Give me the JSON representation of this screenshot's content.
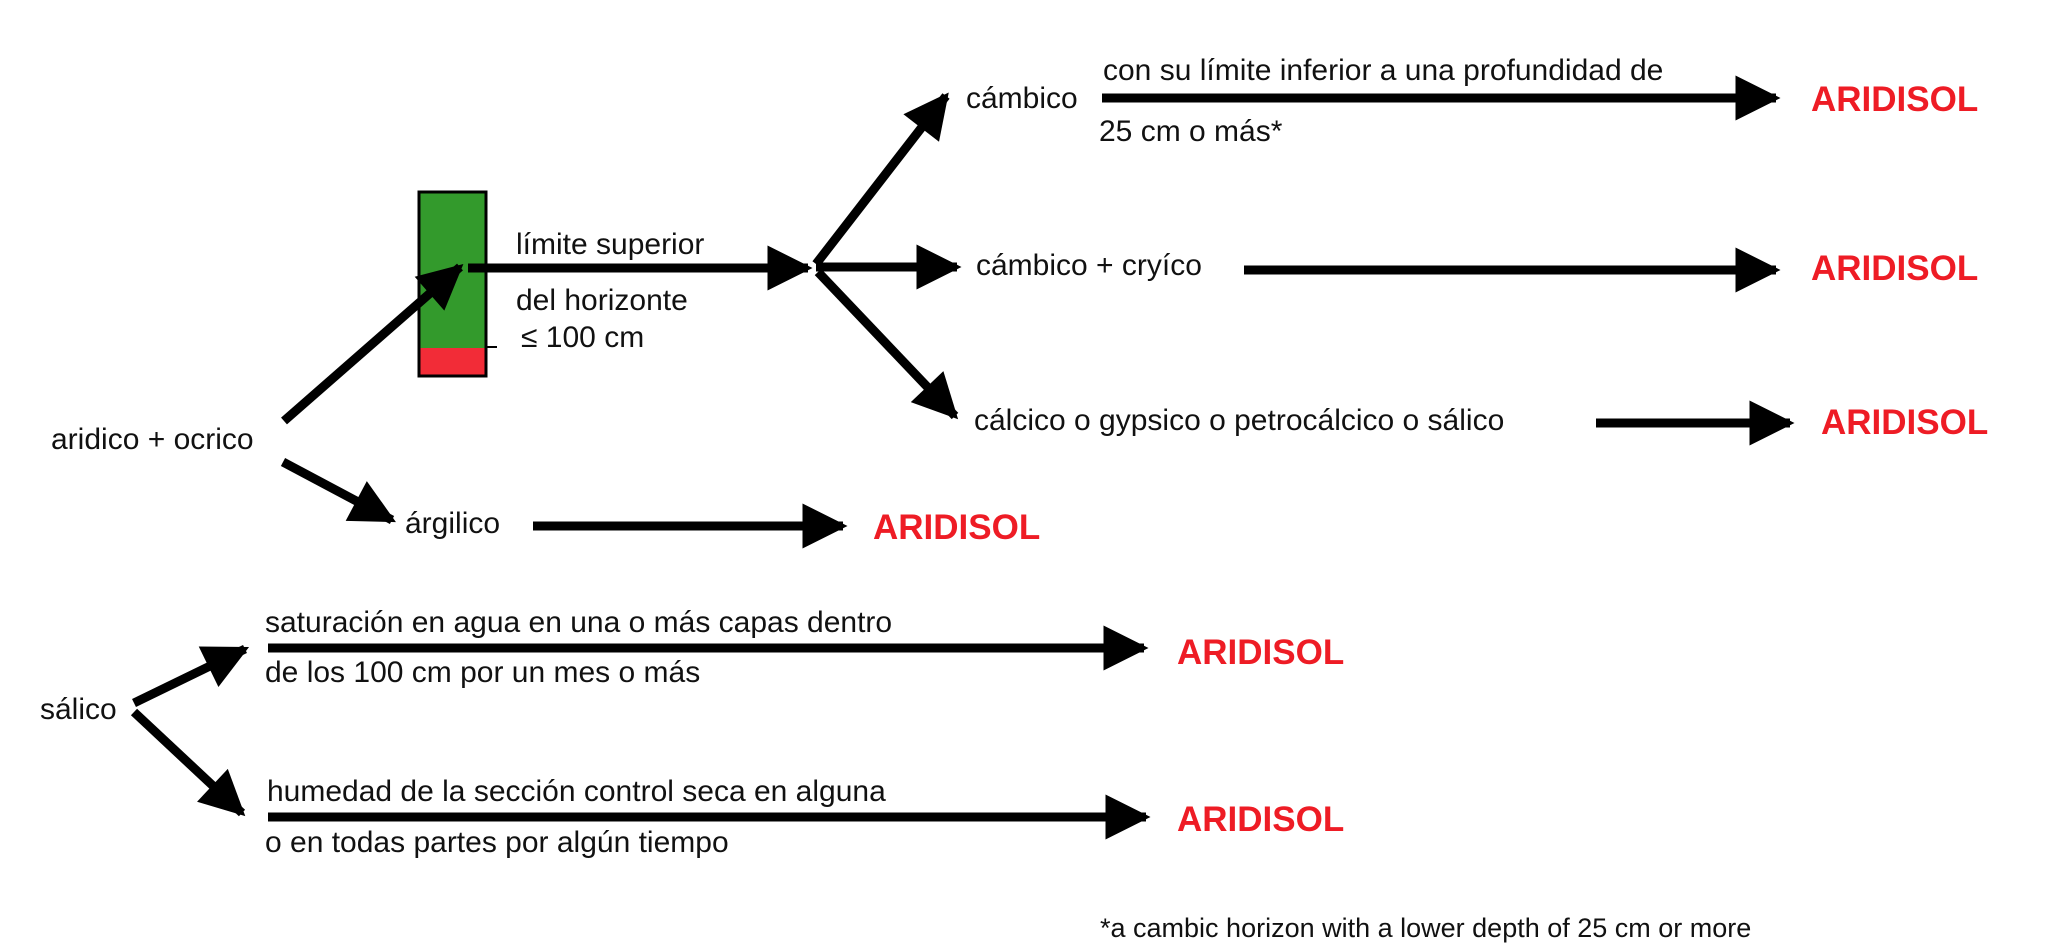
{
  "colors": {
    "result": "#ee1c25",
    "profile_upper": "#339a2c",
    "profile_lower": "#f22c37",
    "arrow": "#000000"
  },
  "labels": {
    "aridico_ocrico": "aridico + ocrico",
    "limite_superior": "límite superior",
    "del_horizonte": "del horizonte",
    "depth_100": "≤ 100 cm",
    "cambico": "cámbico",
    "cambico_lower_1": "con su límite inferior a una profundidad de",
    "cambico_lower_2": "25 cm o más*",
    "cambico_cryico": "cámbico + cryíco",
    "calcico": "cálcico o gypsico o petrocálcico o sálico",
    "argilico": "árgilico",
    "salico": "sálico",
    "saturacion_1": "saturación en agua en una o más capas dentro",
    "saturacion_2": "de los 100 cm por un mes o más",
    "humedad_1": "humedad de la sección control seca en alguna",
    "humedad_2": "o en todas partes por algún tiempo"
  },
  "results": {
    "r1": "ARIDISOL",
    "r2": "ARIDISOL",
    "r3": "ARIDISOL",
    "r4": "ARIDISOL",
    "r5": "ARIDISOL",
    "r6": "ARIDISOL"
  },
  "footnote": {
    "star": "*",
    "text": "a cambic horizon with a lower depth of  25 cm or more"
  }
}
